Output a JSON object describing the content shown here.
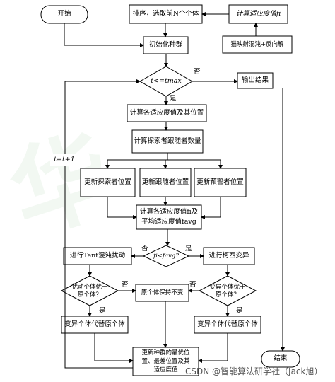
{
  "watermark": "华",
  "nodes": {
    "start": "开始",
    "sort": "排序，选取前N个个体",
    "calc_fitness_top": "计算适应度值fi",
    "tent": "猫映射混沌+反向解",
    "init": "初始化种群",
    "cond_loop": "t<=tmax",
    "output": "输出结果",
    "calc_fitness_pos": "计算各适应度值及其位置",
    "calc_followers": "计算探索者跟随者数量",
    "upd_explorer": "更新探索者位置",
    "upd_follower": "更新跟随者位置",
    "upd_warner": "更新预警者位置",
    "calc_avg_line1": "计算各适应度值fi及",
    "calc_avg_line2": "平均适应度值favg",
    "cond_avg": "fi<favg?",
    "tent_perturb": "进行Tent混沌扰动",
    "cauchy": "进行柯西变异",
    "cond_left_line1": "扰动个体优于",
    "cond_left_line2": "原个体？",
    "keep": "原个体保持不变",
    "cond_right_line1": "变异个体优于",
    "cond_right_line2": "原个体？",
    "replace_left": "变异个体代替原个体",
    "replace_right": "变异个体代替原个体",
    "update_line1": "更新种群的最优位",
    "update_line2": "置、最差位置及其",
    "update_line3": "适应度值",
    "end": "结束",
    "increment": "t=t+1"
  },
  "edge_labels": {
    "no_loop": "否",
    "yes_loop": "是",
    "no_avg": "否",
    "yes_avg": "是",
    "yes_left": "是",
    "no_left": "否",
    "no_right": "否",
    "yes_right": "是"
  },
  "footer": "CSDN @智能算法研学社（Jack旭）"
}
